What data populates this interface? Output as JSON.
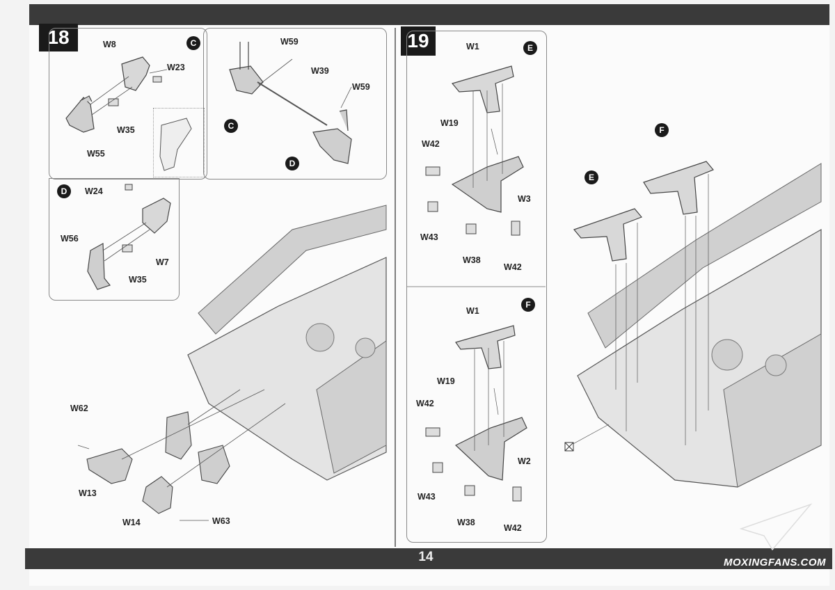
{
  "page_number": "14",
  "watermark": "MOXINGFANS.COM",
  "step18": {
    "number": "18",
    "panel_c": {
      "badge": "C",
      "labels": {
        "w8": "W8",
        "w23": "W23",
        "w35": "W35",
        "w55": "W55"
      }
    },
    "panel_right": {
      "labels": {
        "w59a": "W59",
        "w39": "W39",
        "w59b": "W59"
      },
      "badge_c": "C",
      "badge_d": "D"
    },
    "panel_d": {
      "badge": "D",
      "labels": {
        "w24": "W24",
        "w56": "W56",
        "w7": "W7",
        "w35": "W35"
      }
    },
    "main": {
      "labels": {
        "w62": "W62",
        "w13": "W13",
        "w14": "W14",
        "w63": "W63"
      }
    }
  },
  "step19": {
    "number": "19",
    "panel_e": {
      "badge": "E",
      "labels": {
        "w1": "W1",
        "w19": "W19",
        "w42a": "W42",
        "w3": "W3",
        "w43": "W43",
        "w38": "W38",
        "w42b": "W42"
      }
    },
    "panel_f": {
      "badge": "F",
      "labels": {
        "w1": "W1",
        "w19": "W19",
        "w42a": "W42",
        "w2": "W2",
        "w43": "W43",
        "w38": "W38",
        "w42b": "W42"
      }
    },
    "main": {
      "badge_e": "E",
      "badge_f": "F"
    }
  }
}
